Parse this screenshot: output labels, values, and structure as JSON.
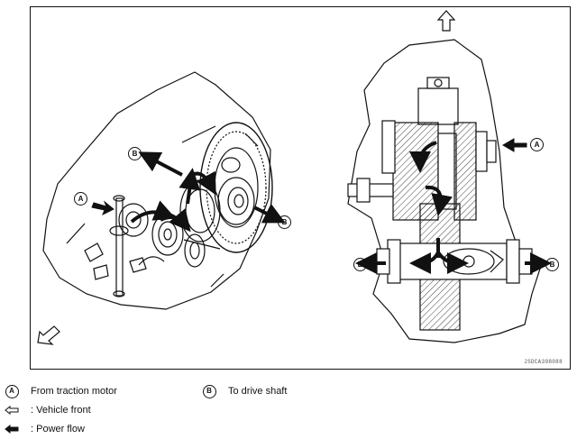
{
  "callouts": {
    "a_symbol": "A",
    "b_symbol": "B"
  },
  "legend": [
    {
      "symbol": "A",
      "text": "From traction motor"
    },
    {
      "symbol": "B",
      "text": "To drive shaft"
    },
    {
      "icon": "outline-arrow-left-icon",
      "text": ": Vehicle front"
    },
    {
      "icon": "solid-arrow-left-icon",
      "text": ": Power flow"
    }
  ],
  "figure_code": "JSDCA398088",
  "colors": {
    "line": "#111111",
    "fill": "#ffffff"
  }
}
